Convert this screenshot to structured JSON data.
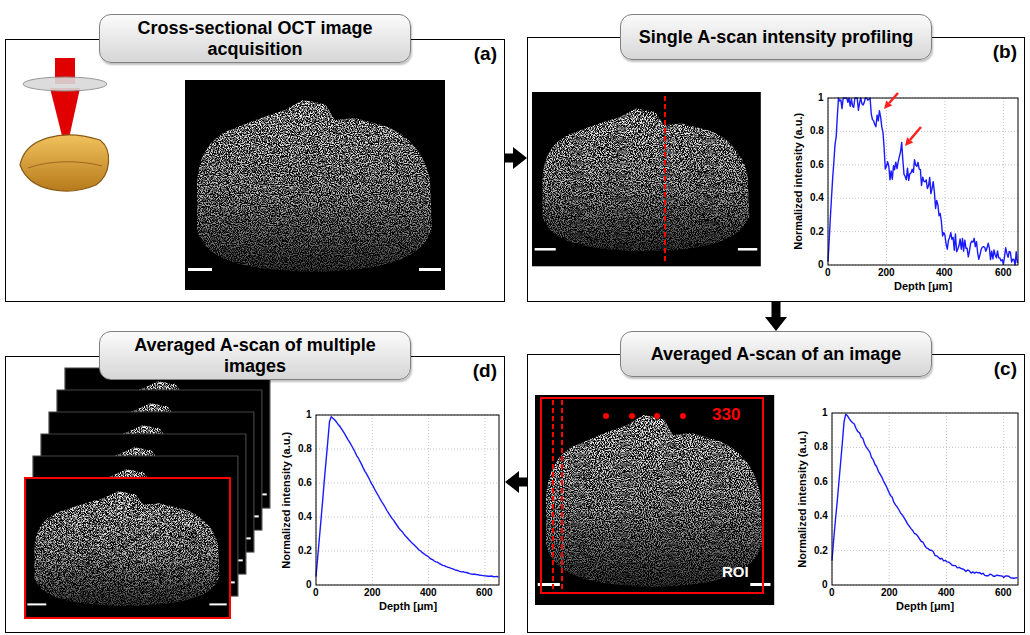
{
  "diagram": {
    "nodes": [
      {
        "text": [
          "(a)"
        ]
      },
      {
        "text": [
          "Cross-sectional OCT image acquisition"
        ],
        "in": 0
      },
      {
        "text": [
          "(b)"
        ]
      },
      {
        "text": [
          "Single A-scan intensity profiling"
        ],
        "in": 2
      },
      {
        "text": [
          "(c)"
        ]
      },
      {
        "text": [
          "Averaged A-scan of an image"
        ],
        "in": 4
      },
      {
        "text": [
          "(d)"
        ]
      },
      {
        "text": [
          "Averaged A-scan of multiple images"
        ],
        "in": 6
      }
    ],
    "edges": [
      {
        "from": 0,
        "to": 2,
        "arrow": "to"
      },
      {
        "from": 2,
        "to": 4,
        "arrow": "to"
      },
      {
        "from": 4,
        "to": 6,
        "arrow": "to"
      }
    ],
    "labels": [
      "Normalized intensity (a.u.)",
      "Depth [μm]",
      "0",
      "0.2",
      "0.4",
      "0.6",
      "0.8",
      "1",
      "0",
      "200",
      "400",
      "600",
      "Normalized intensity (a.u.)",
      "Depth [μm]",
      "0",
      "0.2",
      "0.4",
      "0.6",
      "0.8",
      "1",
      "0",
      "200",
      "400",
      "600",
      "Normalized intensity (a.u.)",
      "Depth [μm]",
      "0",
      "0.2",
      "0.4",
      "0.6",
      "0.8",
      "1",
      "0",
      "200",
      "400",
      "600",
      "330",
      "ROI"
    ]
  }
}
